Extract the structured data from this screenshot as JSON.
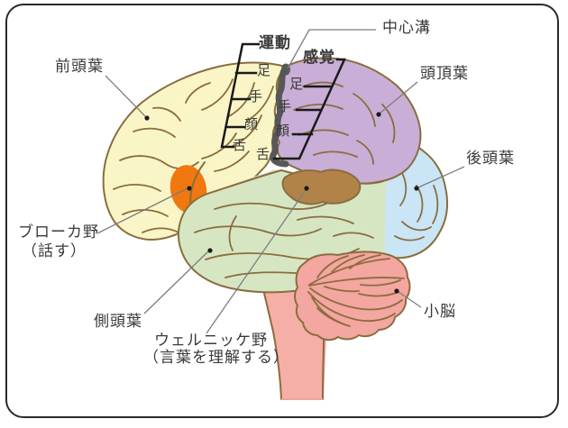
{
  "diagram": {
    "type": "brain-lateral-view",
    "labels": {
      "frontal": "前頭葉",
      "central_sulcus": "中心溝",
      "motor": "運動",
      "sensory": "感覚",
      "motor_parts": [
        "足",
        "手",
        "顔",
        "舌"
      ],
      "sensory_parts": [
        "足",
        "手",
        "顔",
        "舌"
      ],
      "parietal": "頭頂葉",
      "occipital": "後頭葉",
      "cerebellum": "小脳",
      "broca_name": "ブローカ野",
      "broca_desc": "（話す）",
      "temporal": "側頭葉",
      "wernicke_name": "ウェルニッケ野",
      "wernicke_desc": "（言葉を理解する）"
    },
    "colors": {
      "frontal_lobe": "#FAF5C6",
      "parietal_lobe": "#C9AED7",
      "occipital_lobe": "#C9E5F6",
      "temporal_lobe": "#D6E6C3",
      "cerebellum": "#F4A6A0",
      "brainstem": "#F6AFA7",
      "broca_area": "#F0780F",
      "wernicke_area": "#B28349",
      "outline": "#8A6D3E",
      "sulcus": "#575757"
    }
  }
}
